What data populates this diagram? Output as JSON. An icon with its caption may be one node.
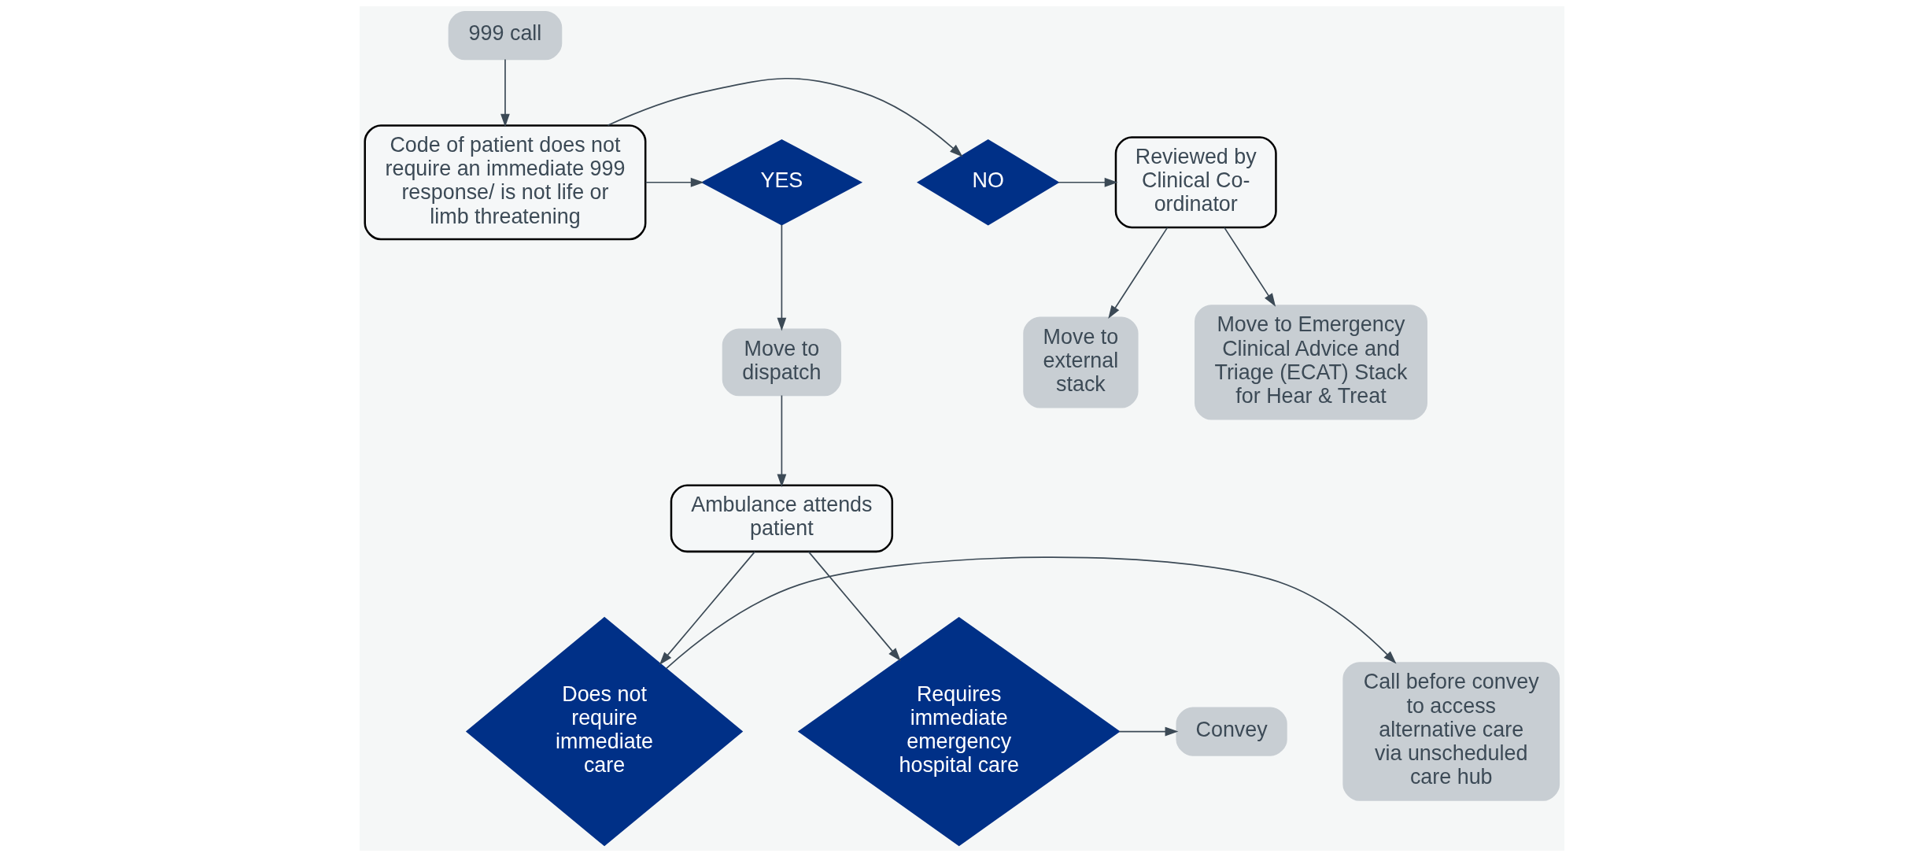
{
  "diagram": {
    "nodes": [
      {
        "text": [
          "999 call"
        ]
      },
      {
        "text": [
          "Code of patient does not require an immediate 999 response/ is not life or limb threatening"
        ]
      },
      {
        "text": [
          "NO"
        ]
      },
      {
        "text": [
          "Reviewed by Clinical Co-ordinator"
        ]
      },
      {
        "text": [
          "Move to Emergency Clinical Advice and Triage (ECAT) Stack for Hear & Treat"
        ]
      },
      {
        "text": [
          "Move to external stack"
        ]
      },
      {
        "text": [
          "YES"
        ]
      },
      {
        "text": [
          "Move to dispatch"
        ]
      },
      {
        "text": [
          "Ambulance attends patient"
        ]
      },
      {
        "text": [
          "Requires immediate emergency hospital care"
        ]
      },
      {
        "text": [
          "Convey"
        ]
      },
      {
        "text": [
          "Does not require immediate care"
        ]
      },
      {
        "text": [
          "Call before convey to access alternative care via unscheduled care hub"
        ]
      }
    ],
    "edges": [
      {
        "from": 0,
        "to": 1,
        "arrow": "to"
      },
      {
        "from": 1,
        "to": 2,
        "arrow": "to"
      },
      {
        "from": 2,
        "to": 3,
        "arrow": "to"
      },
      {
        "from": 3,
        "to": 4,
        "arrow": "to"
      },
      {
        "from": 3,
        "to": 5,
        "arrow": "to"
      },
      {
        "from": 1,
        "to": 6,
        "arrow": "to"
      },
      {
        "from": 6,
        "to": 7,
        "arrow": "to"
      },
      {
        "from": 7,
        "to": 8,
        "arrow": "to"
      },
      {
        "from": 8,
        "to": 9,
        "arrow": "to"
      },
      {
        "from": 8,
        "to": 11,
        "arrow": "to"
      },
      {
        "from": 9,
        "to": 10,
        "arrow": "to"
      },
      {
        "from": 11,
        "to": 12,
        "arrow": "to"
      }
    ]
  }
}
